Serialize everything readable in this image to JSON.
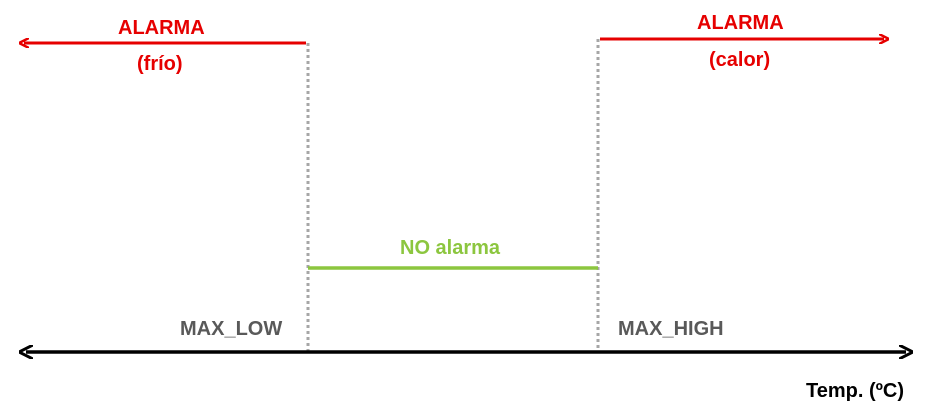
{
  "labels": {
    "alarm_cold_title": "ALARMA",
    "alarm_cold_sub": "(frío)",
    "alarm_heat_title": "ALARMA",
    "alarm_heat_sub": "(calor)",
    "no_alarm": "NO alarma",
    "max_low": "MAX_LOW",
    "max_high": "MAX_HIGH",
    "axis": "Temp. (ºC)"
  },
  "colors": {
    "alarm": "#e60000",
    "no_alarm": "#8cc63f",
    "axis": "#000000",
    "threshold": "#a6a6a6",
    "threshold_label": "#595959"
  }
}
